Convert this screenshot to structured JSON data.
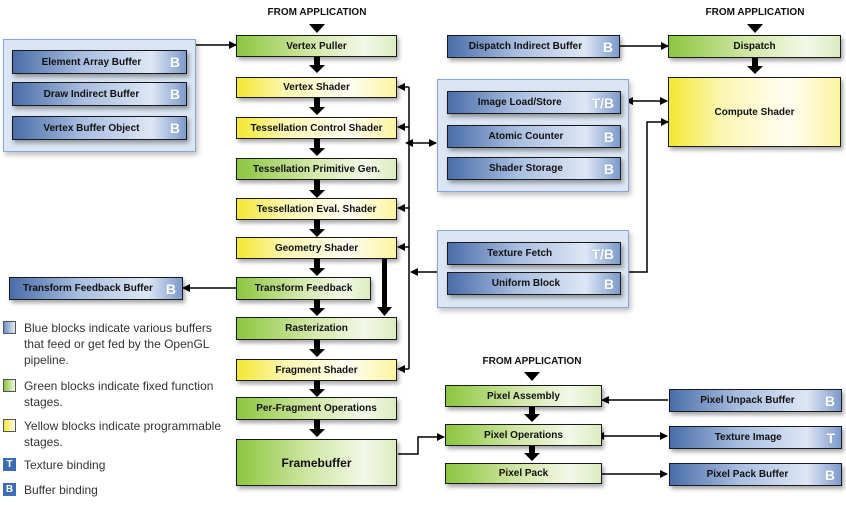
{
  "headers": {
    "main": "FROM APPLICATION",
    "compute": "FROM APPLICATION",
    "pixel": "FROM APPLICATION"
  },
  "pipeline": {
    "vertex_puller": "Vertex Puller",
    "vertex_shader": "Vertex Shader",
    "tess_control": "Tessellation Control Shader",
    "tess_prim_gen": "Tessellation Primitive Gen.",
    "tess_eval": "Tessellation Eval. Shader",
    "geometry_shader": "Geometry Shader",
    "transform_feedback": "Transform Feedback",
    "rasterization": "Rasterization",
    "fragment_shader": "Fragment Shader",
    "per_fragment_ops": "Per-Fragment Operations",
    "framebuffer": "Framebuffer"
  },
  "vertex_buffers": [
    {
      "label": "Element Array Buffer",
      "badge": "B"
    },
    {
      "label": "Draw Indirect Buffer",
      "badge": "B"
    },
    {
      "label": "Vertex Buffer Object",
      "badge": "B"
    }
  ],
  "transform_feedback_buffer": {
    "label": "Transform Feedback Buffer",
    "badge": "B"
  },
  "compute": {
    "dispatch_indirect": {
      "label": "Dispatch Indirect Buffer",
      "badge": "B"
    },
    "dispatch": "Dispatch",
    "compute_shader": "Compute Shader"
  },
  "shared_resources": [
    {
      "label": "Image Load/Store",
      "badge": "T/B"
    },
    {
      "label": "Atomic Counter",
      "badge": "B"
    },
    {
      "label": "Shader Storage",
      "badge": "B"
    }
  ],
  "read_resources": [
    {
      "label": "Texture Fetch",
      "badge": "T/B"
    },
    {
      "label": "Uniform Block",
      "badge": "B"
    }
  ],
  "pixel": {
    "assembly": "Pixel Assembly",
    "operations": "Pixel Operations",
    "pack": "Pixel Pack",
    "unpack_buffer": {
      "label": "Pixel Unpack Buffer",
      "badge": "B"
    },
    "texture_image": {
      "label": "Texture Image",
      "badge": "T"
    },
    "pack_buffer": {
      "label": "Pixel Pack Buffer",
      "badge": "B"
    }
  },
  "legend": {
    "blue": "Blue blocks indicate various buffers that feed or get fed by the OpenGL pipeline.",
    "green": "Green blocks indicate fixed function stages.",
    "yellow": "Yellow blocks indicate programmable stages.",
    "texture_badge": "T",
    "texture": "Texture binding",
    "buffer_badge": "B",
    "buffer": "Buffer binding"
  },
  "colors": {
    "fixed_function": "#8cc63f",
    "programmable": "#f2e830",
    "buffer": "#4a6da8",
    "badge_text": "#ffffff"
  }
}
